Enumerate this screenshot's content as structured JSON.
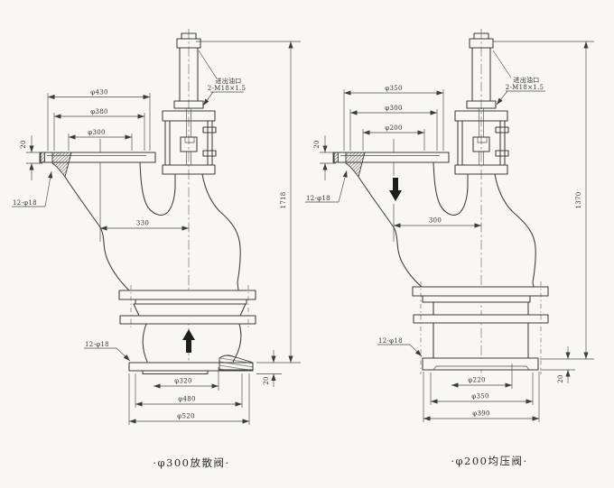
{
  "colors": {
    "paper": "#f8f7f4",
    "ink": "#3c3c3c"
  },
  "valves": {
    "left": {
      "caption": "·φ300放散阀·",
      "port_label": {
        "line1": "进出油口",
        "line2": "2-M18×1.5"
      },
      "dims": {
        "flange_outer": "φ430",
        "raised_face": "φ380",
        "bore": "φ300",
        "flange_thickness": "20",
        "top_bolt_holes": "12-φ18",
        "port_offset": "330",
        "overall_height": "1718",
        "bottom_bore": "φ320",
        "bottom_bolt_circle": "φ480",
        "bottom_flange_outer": "φ520",
        "bottom_flange_thickness": "20",
        "bottom_bolt_holes": "12-φ18"
      }
    },
    "right": {
      "caption": "·φ200均压阀·",
      "port_label": {
        "line1": "进出油口",
        "line2": "2-M18×1.5"
      },
      "dims": {
        "flange_outer": "φ350",
        "raised_face": "φ300",
        "bore": "φ200",
        "flange_thickness": "20",
        "top_bolt_holes": "12-φ18",
        "port_offset": "300",
        "overall_height": "1370",
        "bottom_bore": "φ220",
        "bottom_bolt_circle": "φ350",
        "bottom_flange_outer": "φ390",
        "bottom_flange_thickness": "20",
        "bottom_bolt_holes": "12-φ18"
      }
    }
  }
}
